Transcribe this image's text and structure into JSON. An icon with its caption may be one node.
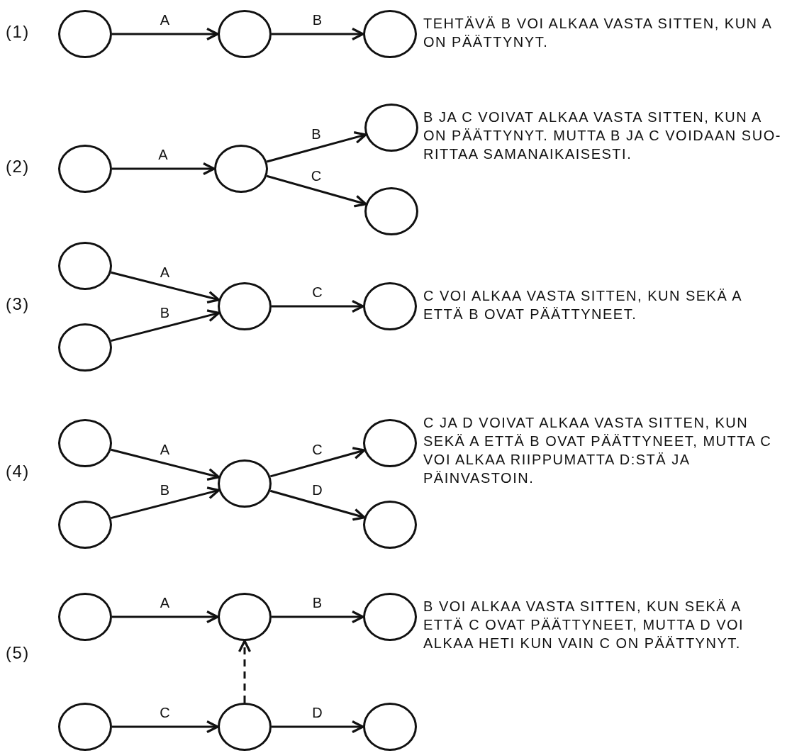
{
  "diagram": {
    "nodes": [
      {
        "text": [],
        "shape": "circle"
      },
      {
        "text": [],
        "shape": "circle"
      },
      {
        "text": [],
        "shape": "circle"
      },
      {
        "text": [],
        "shape": "circle"
      },
      {
        "text": [],
        "shape": "circle"
      },
      {
        "text": [],
        "shape": "circle"
      },
      {
        "text": [],
        "shape": "circle"
      },
      {
        "text": [],
        "shape": "circle"
      },
      {
        "text": [],
        "shape": "circle"
      },
      {
        "text": [],
        "shape": "circle"
      },
      {
        "text": [],
        "shape": "circle"
      },
      {
        "text": [],
        "shape": "circle"
      },
      {
        "text": [],
        "shape": "circle"
      },
      {
        "text": [],
        "shape": "circle"
      },
      {
        "text": [],
        "shape": "circle"
      },
      {
        "text": [],
        "shape": "circle"
      },
      {
        "text": [],
        "shape": "circle"
      },
      {
        "text": [],
        "shape": "circle"
      },
      {
        "text": [],
        "shape": "circle"
      },
      {
        "text": [],
        "shape": "circle"
      },
      {
        "text": [],
        "shape": "circle"
      },
      {
        "text": [],
        "shape": "circle"
      }
    ],
    "edges": [
      {
        "from": 0,
        "to": 1,
        "arrow": "to",
        "label": "A"
      },
      {
        "from": 1,
        "to": 2,
        "arrow": "to",
        "label": "B"
      },
      {
        "from": 3,
        "to": 4,
        "arrow": "to",
        "label": "A"
      },
      {
        "from": 4,
        "to": 5,
        "arrow": "to",
        "label": "B"
      },
      {
        "from": 4,
        "to": 6,
        "arrow": "to",
        "label": "C"
      },
      {
        "from": 7,
        "to": 9,
        "arrow": "to",
        "label": "A"
      },
      {
        "from": 8,
        "to": 9,
        "arrow": "to",
        "label": "B"
      },
      {
        "from": 9,
        "to": 10,
        "arrow": "to",
        "label": "C"
      },
      {
        "from": 11,
        "to": 13,
        "arrow": "to",
        "label": "A"
      },
      {
        "from": 12,
        "to": 13,
        "arrow": "to",
        "label": "B"
      },
      {
        "from": 13,
        "to": 14,
        "arrow": "to",
        "label": "C"
      },
      {
        "from": 13,
        "to": 15,
        "arrow": "to",
        "label": "D"
      },
      {
        "from": 16,
        "to": 17,
        "arrow": "to",
        "label": "A"
      },
      {
        "from": 17,
        "to": 18,
        "arrow": "to",
        "label": "B"
      },
      {
        "from": 19,
        "to": 20,
        "arrow": "to",
        "label": "C"
      },
      {
        "from": 20,
        "to": 21,
        "arrow": "to",
        "label": "D"
      },
      {
        "from": 20,
        "to": 17,
        "arrow": "to",
        "style": "dashed"
      }
    ],
    "labels": [
      "(1)",
      "TEHTÄVÄ B VOI ALKAA VASTA SITTEN, KUN A ON PÄÄTTYNYT.",
      "(2)",
      "B JA C VOIVAT ALKAA VASTA SITTEN, KUN A ON PÄÄTTYNYT. MUTTA B JA C VOIDAAN SUO- RITTAA SAMANAIKAISESTI.",
      "(3)",
      "C VOI ALKAA VASTA SITTEN, KUN SEKÄ A ETTÄ B OVAT PÄÄTTYNEET.",
      "(4)",
      "C JA D VOIVAT ALKAA VASTA SITTEN, KUN SEKÄ A ETTÄ B OVAT PÄÄTTYNEET, MUTTA C VOI ALKAA RIIPPUMATTA D:STÄ JA PÄINVASTOIN.",
      "(5)",
      "B VOI ALKAA VASTA SITTEN, KUN SEKÄ A ETTÄ C OVAT PÄÄTTYNEET, MUTTA D VOI ALKAA HETI KUN VAIN C ON PÄÄTTYNYT."
    ]
  }
}
